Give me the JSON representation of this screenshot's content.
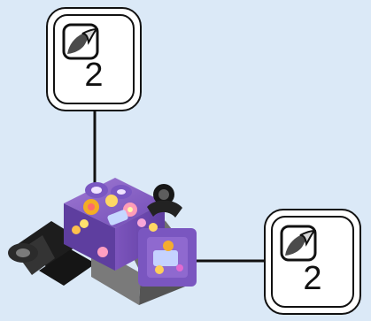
{
  "instruction": {
    "callouts": [
      {
        "icon": "sticker-sheet-icon",
        "count": "2"
      },
      {
        "icon": "sticker-sheet-icon",
        "count": "2"
      }
    ],
    "model": {
      "icon": "purple-sticker-decorated-lego-assembly"
    },
    "colors": {
      "background": "#dbe9f7",
      "callout_border": "#111111",
      "purple_brick": "#8c62c6",
      "dark_part": "#2a2a2a",
      "grey_part": "#9a9a9a"
    }
  }
}
